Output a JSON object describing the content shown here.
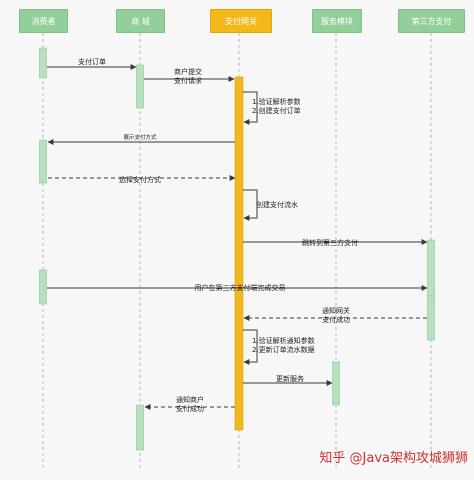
{
  "participants": [
    {
      "id": "consumer",
      "label": "消费者"
    },
    {
      "id": "mall",
      "label": "商 城"
    },
    {
      "id": "gateway",
      "label": "支付网关"
    },
    {
      "id": "service",
      "label": "服务模块"
    },
    {
      "id": "thirdparty",
      "label": "第三方支付"
    }
  ],
  "messages": [
    {
      "label": "支付订单"
    },
    {
      "label": "商户提交\n支付请求"
    },
    {
      "label": "1.验证解析参数\n2.创建支付订单"
    },
    {
      "label": "展示支付方式"
    },
    {
      "label": "选择支付方式"
    },
    {
      "label": "创建支付流水"
    },
    {
      "label": "跳转到第三方支付"
    },
    {
      "label": "用户在第三方支付端完成交易"
    },
    {
      "label": "通知网关\n支付成功"
    },
    {
      "label": "1.验证解析通知参数\n2.更新订单流水数据"
    },
    {
      "label": "更新服务"
    },
    {
      "label": "通知商户\n支付成功"
    }
  ],
  "watermark": "知乎 @Java架构攻城狮狮",
  "colors": {
    "header_green": "#93cf9b",
    "header_gold": "#f3b81c",
    "activation_green": "#b7e0bd",
    "activation_gold": "#f3b81c",
    "line": "#3a3a3a",
    "lifeline": "#b8b8b8"
  }
}
